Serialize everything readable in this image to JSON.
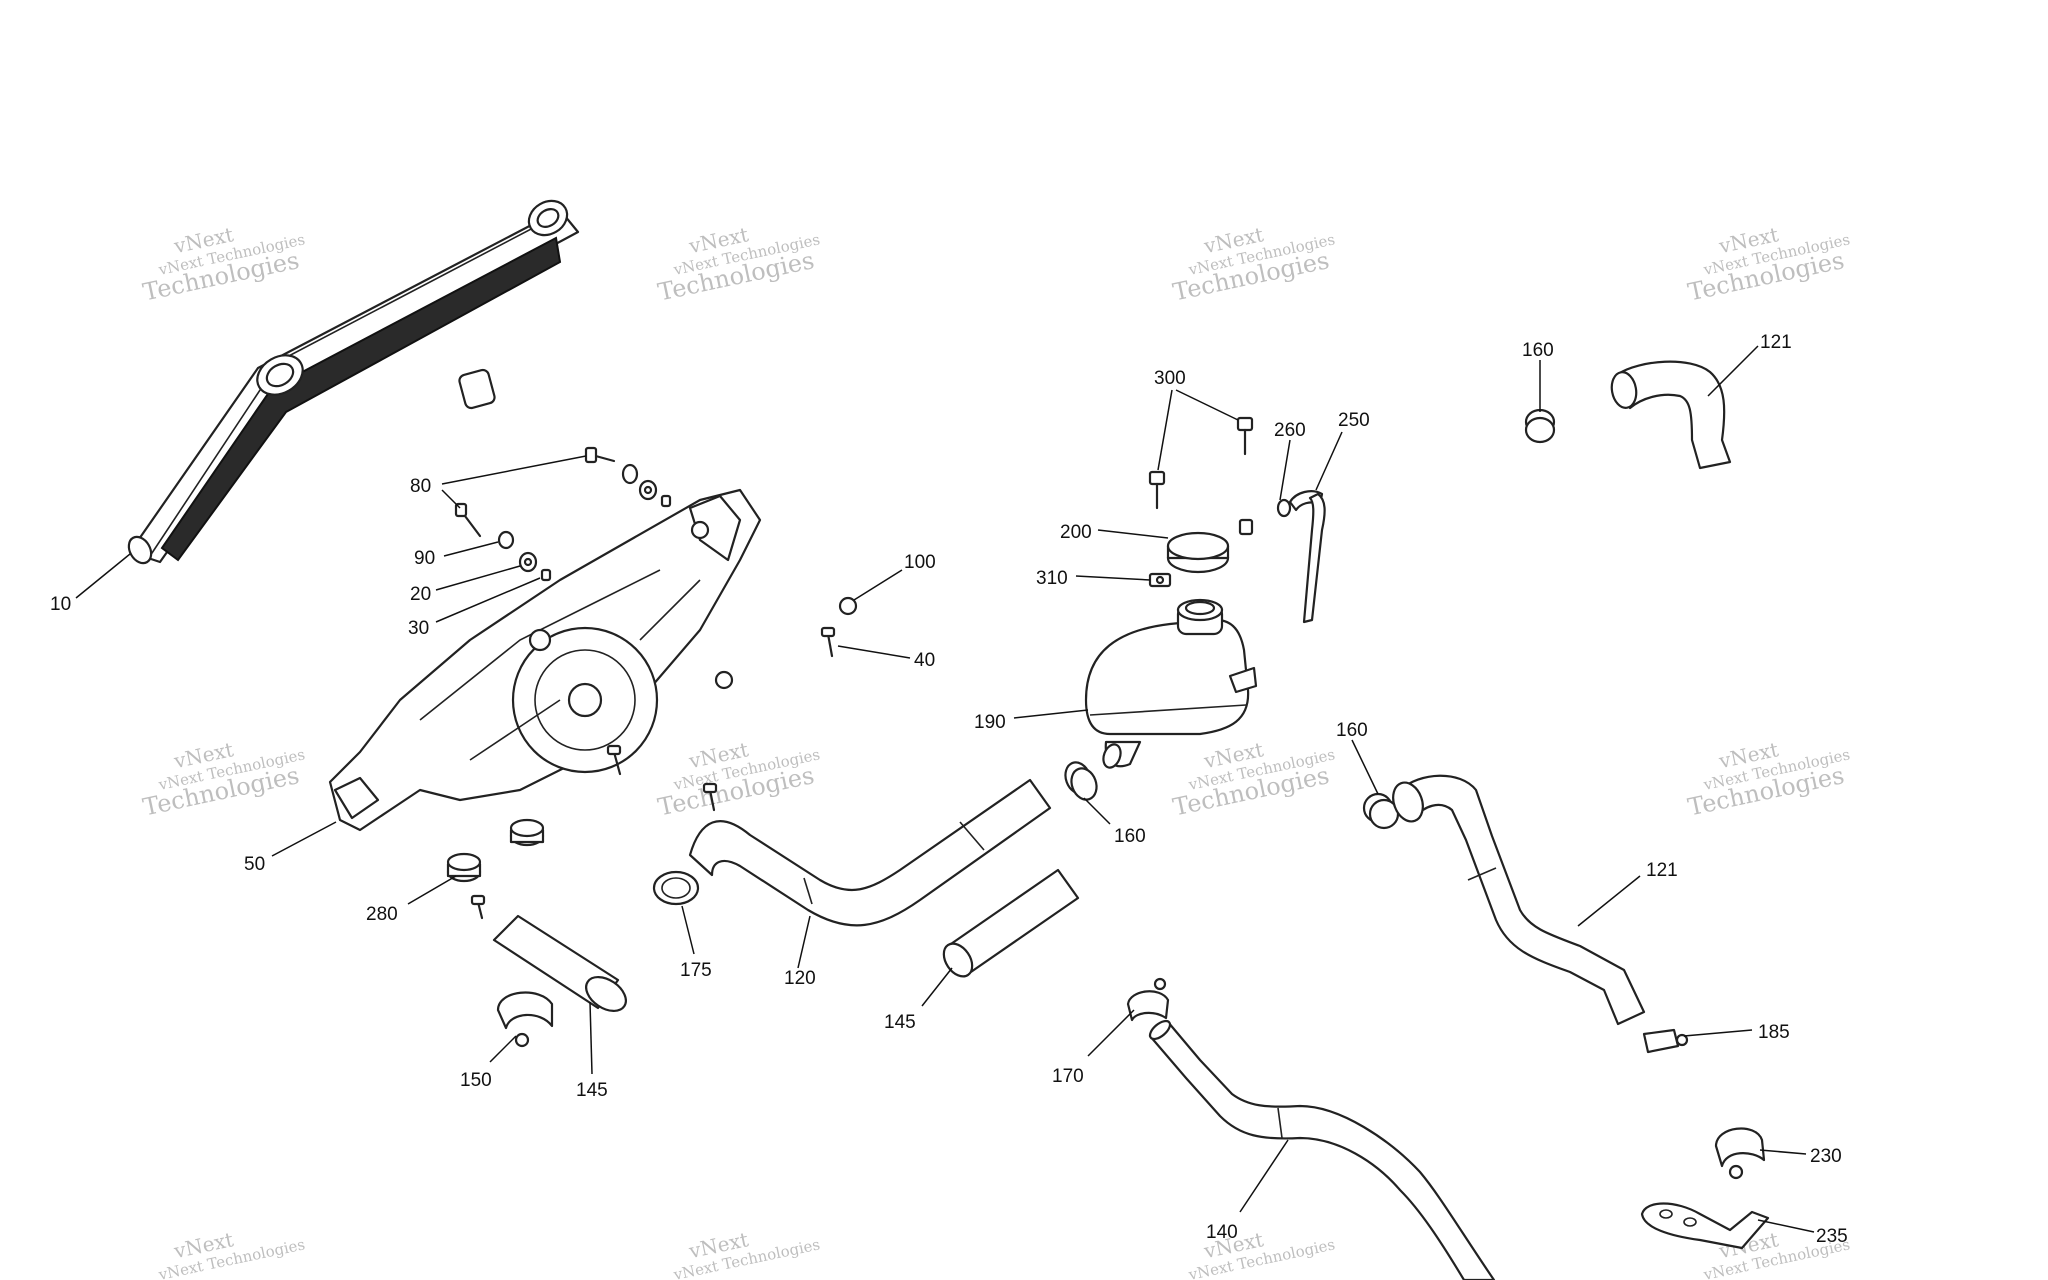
{
  "watermark": {
    "line1": "vNext Technologies",
    "big_top": "vNext",
    "big_bottom": "Technologies"
  },
  "callouts": [
    {
      "id": "c10",
      "text": "10"
    },
    {
      "id": "c80",
      "text": "80"
    },
    {
      "id": "c90",
      "text": "90"
    },
    {
      "id": "c20",
      "text": "20"
    },
    {
      "id": "c30",
      "text": "30"
    },
    {
      "id": "c50",
      "text": "50"
    },
    {
      "id": "c280",
      "text": "280"
    },
    {
      "id": "c150",
      "text": "150"
    },
    {
      "id": "c145a",
      "text": "145"
    },
    {
      "id": "c100",
      "text": "100"
    },
    {
      "id": "c40",
      "text": "40"
    },
    {
      "id": "c175",
      "text": "175"
    },
    {
      "id": "c120",
      "text": "120"
    },
    {
      "id": "c145b",
      "text": "145"
    },
    {
      "id": "c160a",
      "text": "160"
    },
    {
      "id": "c190",
      "text": "190"
    },
    {
      "id": "c300",
      "text": "300"
    },
    {
      "id": "c260",
      "text": "260"
    },
    {
      "id": "c250",
      "text": "250"
    },
    {
      "id": "c200",
      "text": "200"
    },
    {
      "id": "c310",
      "text": "310"
    },
    {
      "id": "c160b",
      "text": "160"
    },
    {
      "id": "c121a",
      "text": "121"
    },
    {
      "id": "c160c",
      "text": "160"
    },
    {
      "id": "c121b",
      "text": "121"
    },
    {
      "id": "c185",
      "text": "185"
    },
    {
      "id": "c170",
      "text": "170"
    },
    {
      "id": "c140",
      "text": "140"
    },
    {
      "id": "c230",
      "text": "230"
    },
    {
      "id": "c235",
      "text": "235"
    }
  ]
}
